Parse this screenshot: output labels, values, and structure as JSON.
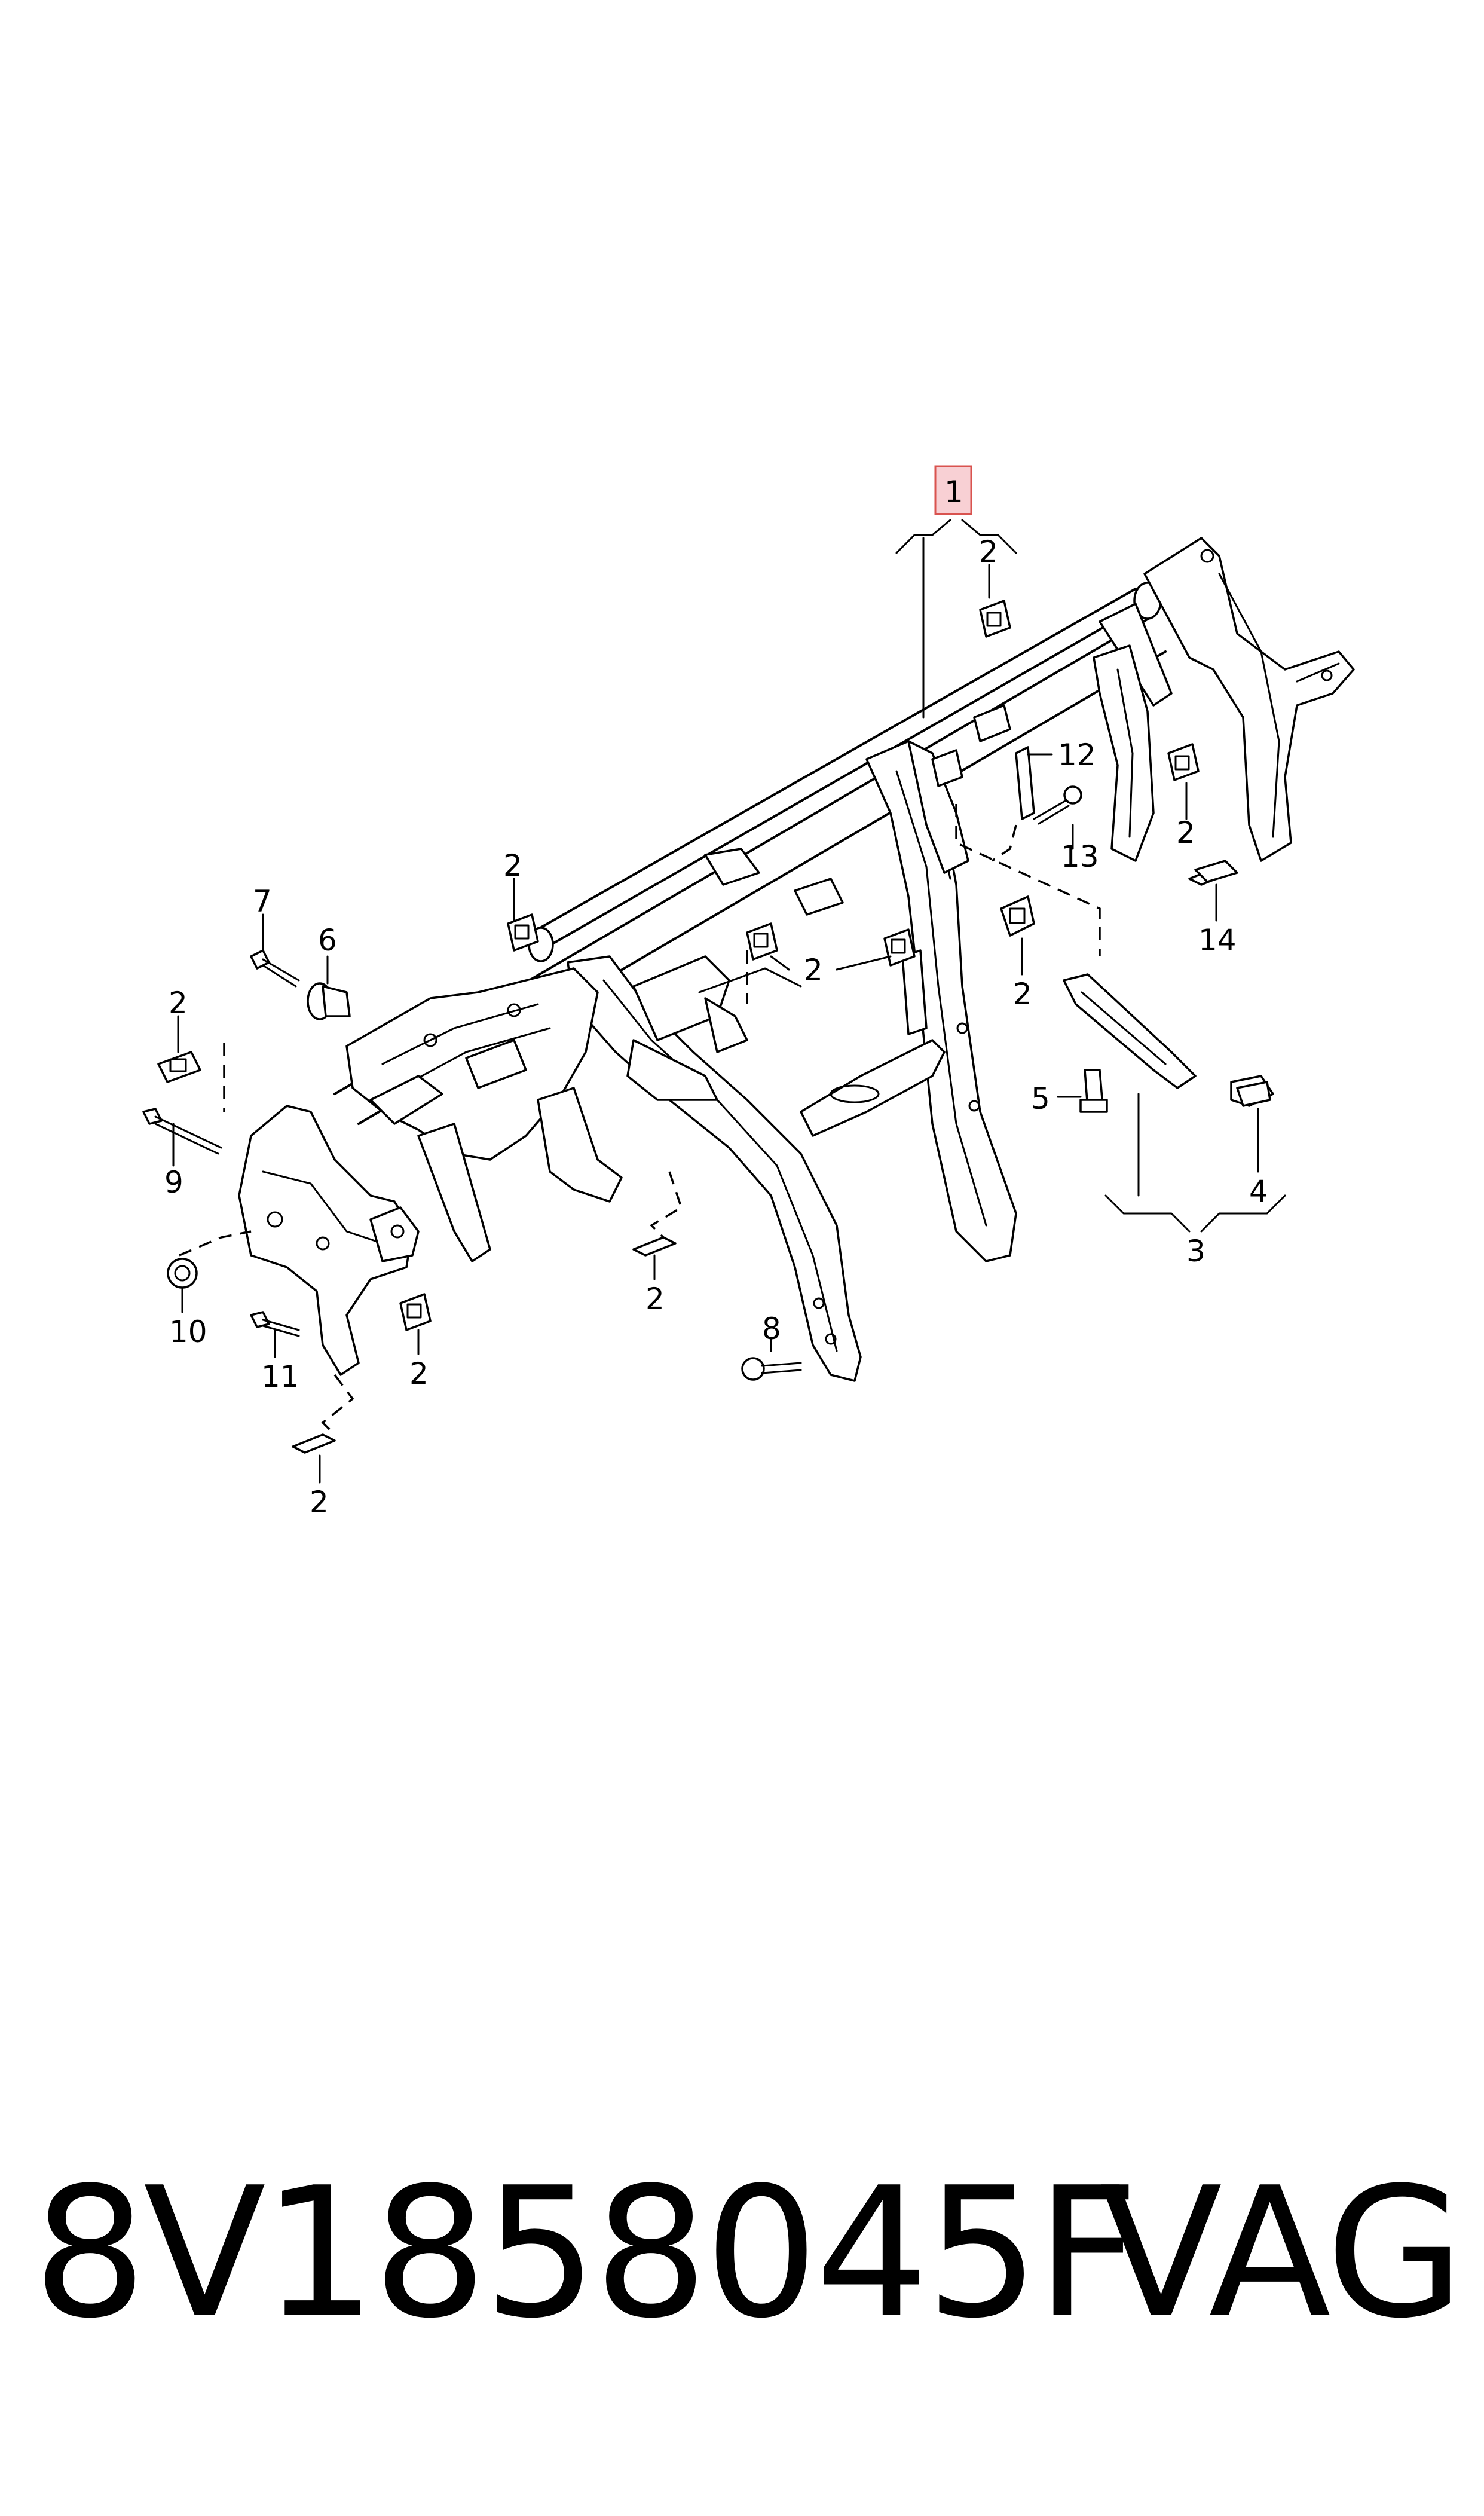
{
  "callouts": {
    "c1": "1",
    "c2": "2",
    "c3": "3",
    "c4": "4",
    "c5": "5",
    "c6": "6",
    "c7": "7",
    "c8": "8",
    "c9": "9",
    "c10": "10",
    "c11": "11",
    "c12": "12",
    "c13": "13",
    "c14": "14"
  },
  "footer": {
    "part_number": "8V1858045F",
    "brand": "VAG"
  },
  "colors": {
    "highlight_fill": "#f8d0d4",
    "highlight_stroke": "#d9534f",
    "line": "#000000"
  }
}
